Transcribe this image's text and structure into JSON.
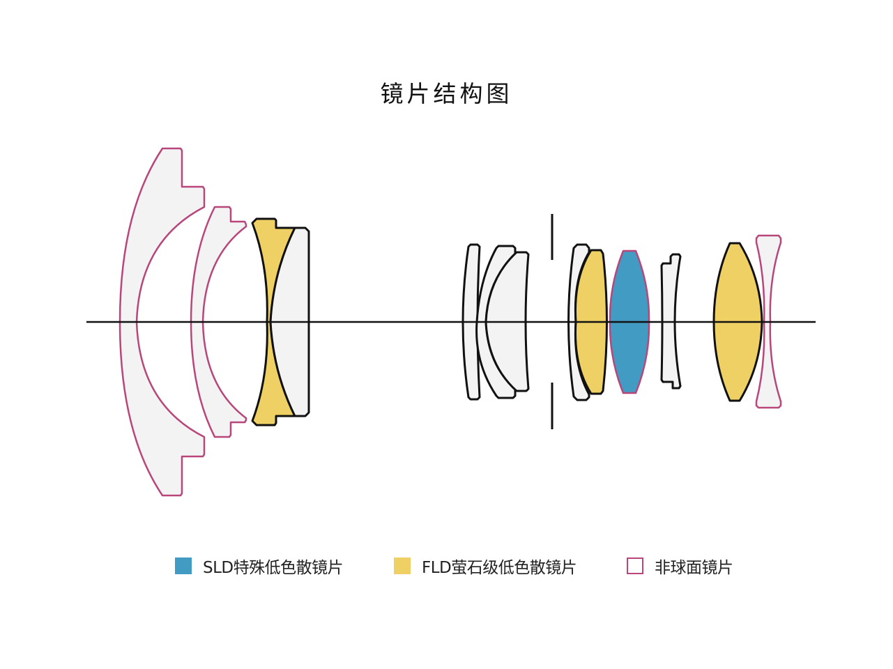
{
  "title": "镜片结构图",
  "colors": {
    "sld_fill": "#429bc2",
    "fld_fill": "#efd064",
    "aspherical_stroke": "#b8467a",
    "plain_fill": "#f3f3f3",
    "outline": "#111111",
    "axis": "#111111"
  },
  "legend": [
    {
      "label": "SLD特殊低色散镜片",
      "type": "sld"
    },
    {
      "label": "FLD萤石级低色散镜片",
      "type": "fld"
    },
    {
      "label": "非球面镜片",
      "type": "aspherical"
    }
  ],
  "elements": [
    {
      "group": "front",
      "index": 1,
      "glass": "normal",
      "aspherical": true
    },
    {
      "group": "front",
      "index": 2,
      "glass": "normal",
      "aspherical": true
    },
    {
      "group": "front",
      "index": 3,
      "glass": "fld",
      "aspherical": false
    },
    {
      "group": "front",
      "index": 4,
      "glass": "normal",
      "aspherical": false
    },
    {
      "group": "middle",
      "index": 5,
      "glass": "normal",
      "aspherical": false
    },
    {
      "group": "middle",
      "index": 6,
      "glass": "normal",
      "aspherical": false
    },
    {
      "group": "middle",
      "index": 7,
      "glass": "normal",
      "aspherical": false
    },
    {
      "group": "rear",
      "index": 8,
      "glass": "normal",
      "aspherical": false
    },
    {
      "group": "rear",
      "index": 9,
      "glass": "fld",
      "aspherical": false
    },
    {
      "group": "rear",
      "index": 10,
      "glass": "sld",
      "aspherical": true
    },
    {
      "group": "rear",
      "index": 11,
      "glass": "normal",
      "aspherical": false
    },
    {
      "group": "rear",
      "index": 12,
      "glass": "fld",
      "aspherical": false
    },
    {
      "group": "rear",
      "index": 13,
      "glass": "normal",
      "aspherical": true
    }
  ],
  "aperture_stop": "aperture-stop"
}
